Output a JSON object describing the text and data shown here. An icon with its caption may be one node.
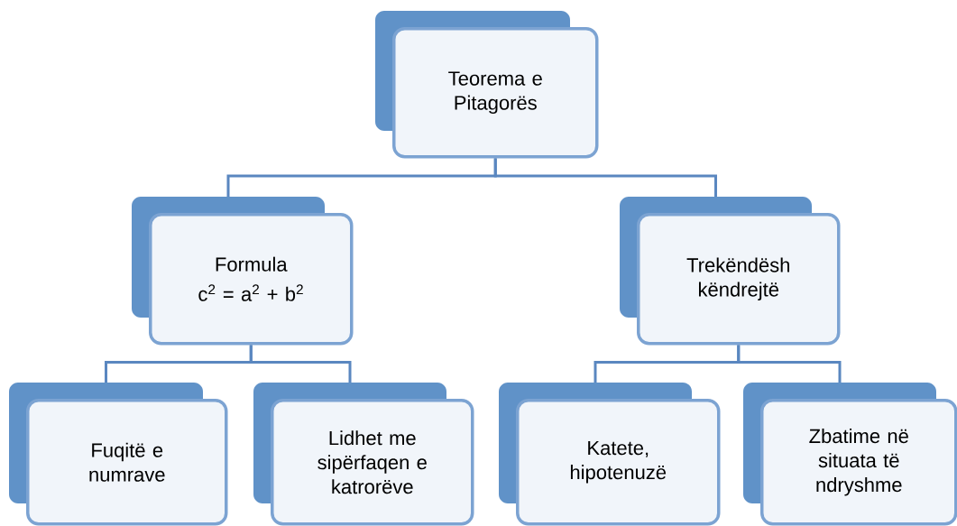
{
  "diagram": {
    "nodes": [
      {
        "text": [
          "Teorema e Pitagorës"
        ]
      },
      {
        "text": [
          "Formula",
          "c$^{2}$ = a$^{2}$ + b$^{2}$"
        ]
      },
      {
        "text": [
          "Trekëndësh këndrejtë"
        ]
      },
      {
        "text": [
          "Fuqitë e numrave"
        ]
      },
      {
        "text": [
          "Lidhet me sipërfaqen e katrorëve"
        ]
      },
      {
        "text": [
          "Katete, hipotenuzë"
        ]
      },
      {
        "text": [
          "Zbatime në situata të ndryshme"
        ]
      }
    ],
    "edges": [
      {
        "from": 0,
        "to": 1,
        "arrow": "none"
      },
      {
        "from": 0,
        "to": 2,
        "arrow": "none"
      },
      {
        "from": 1,
        "to": 3,
        "arrow": "none"
      },
      {
        "from": 1,
        "to": 4,
        "arrow": "none"
      },
      {
        "from": 2,
        "to": 5,
        "arrow": "none"
      },
      {
        "from": 2,
        "to": 6,
        "arrow": "none"
      }
    ]
  }
}
